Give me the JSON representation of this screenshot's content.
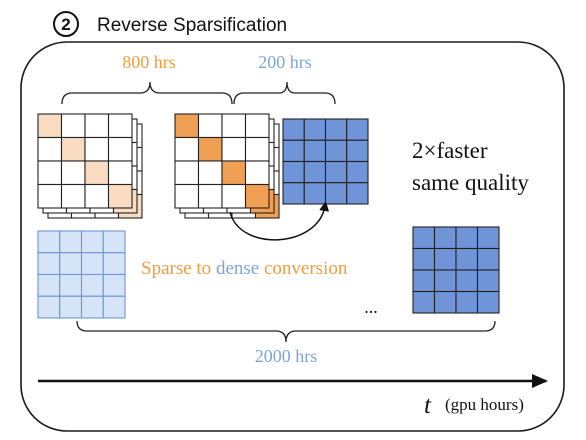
{
  "title": {
    "step_number": "2",
    "text": "Reverse Sparsification"
  },
  "durations": {
    "sparse_phase": "800 hrs",
    "dense_phase": "200 hrs",
    "total": "2000 hrs"
  },
  "result_note": {
    "line1": "2×faster",
    "line2": "same quality"
  },
  "conversion_label": {
    "sparse_word": "Sparse to ",
    "dense_word": "dense",
    "conversion_word": " conversion"
  },
  "ellipsis": "...",
  "time_axis": {
    "symbol": "t",
    "unit": "(gpu hours)"
  },
  "colors": {
    "sparse_orange": "#f0a055",
    "sparse_orange_light": "#f9dcc2",
    "dense_blue": "#6f95d8",
    "dense_blue_light": "#d6e4f7",
    "label_orange": "#f39c3c",
    "label_blue": "#7ea4d8",
    "stroke": "#222222"
  },
  "icons": {
    "step": "circled-number-two-icon",
    "conversion_arrow": "curved-arrow-icon",
    "time_arrow": "right-arrow-icon"
  }
}
